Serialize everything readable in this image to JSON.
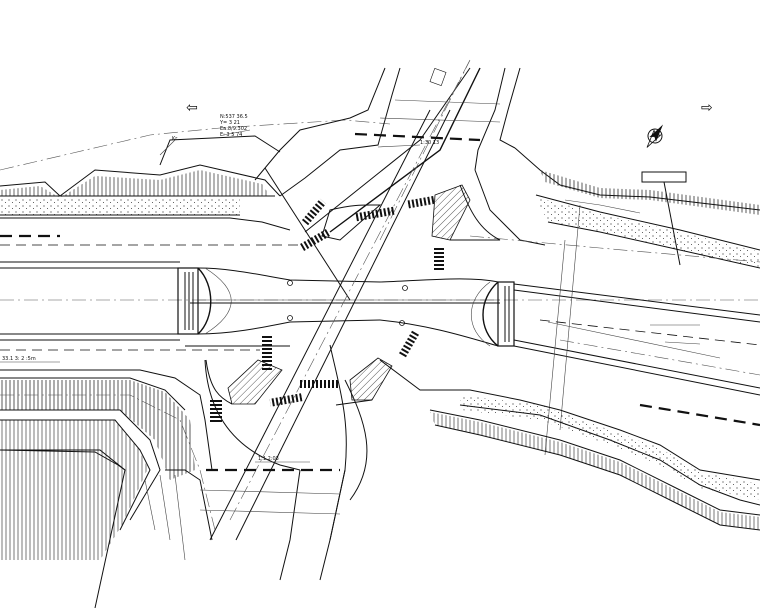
{
  "drawing": {
    "title": "",
    "labels": {
      "top_left_note": "Kr",
      "upper_coord_line1": "N:537 36.5",
      "upper_coord_line2": "Y= 3 21",
      "upper_coord_line3": "Ea:8/9.302",
      "upper_coord_line4": "E: 3 5 74",
      "top_center_note": "1:30 13",
      "left_mid_note": "33.1 3: 2 :5m",
      "bottom_center_note": "1:1 2:03"
    },
    "arrows": {
      "left": "⇦",
      "right": "⇨"
    },
    "colors": {
      "line": "#111111",
      "background": "#ffffff"
    },
    "icons": [
      "north-arrow-icon",
      "direction-arrow-left-icon",
      "direction-arrow-right-icon"
    ]
  }
}
